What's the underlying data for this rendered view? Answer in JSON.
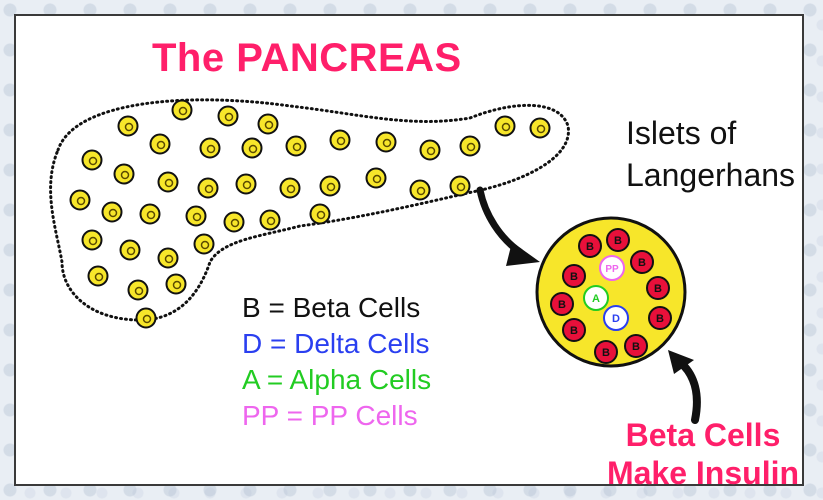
{
  "title": "The PANCREAS",
  "islets_label": [
    "Islets of",
    "Langerhans"
  ],
  "legend": [
    {
      "text": "B = Beta Cells",
      "color": "#111111"
    },
    {
      "text": "D = Delta Cells",
      "color": "#2a3ff0"
    },
    {
      "text": "A = Alpha Cells",
      "color": "#22cc22"
    },
    {
      "text": "PP = PP Cells",
      "color": "#ee66ee"
    }
  ],
  "callout": [
    "Beta Cells",
    "Make Insulin"
  ],
  "cell_labels": {
    "beta": "B",
    "delta": "D",
    "alpha": "A",
    "pp": "PP"
  },
  "colors": {
    "title": "#ff1f6a",
    "islet_fill": "#f7e62a",
    "beta_cell": "#e8103a",
    "delta_cell": "#2a3ff0",
    "alpha_cell": "#22cc22",
    "pp_cell": "#ee66ee"
  }
}
